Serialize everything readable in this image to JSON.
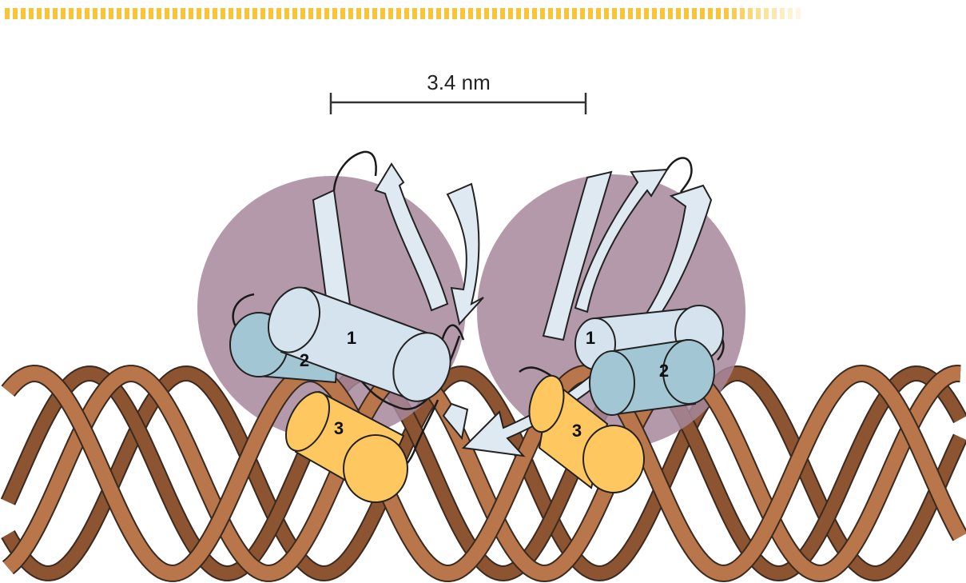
{
  "diagram": {
    "scale_bar_label": "3.4 nm",
    "helix_labels": {
      "left": [
        "1",
        "2",
        "3"
      ],
      "right": [
        "1",
        "2",
        "3"
      ]
    },
    "colors": {
      "top_stripe": "#f7c43a",
      "dna_ribbon": "#b8764a",
      "dna_ribbon_dark": "#8c5430",
      "domain_blob": "#a7879c",
      "helix_1": "#d5e3ef",
      "helix_2": "#a3c6d4",
      "helix_3": "#ffc760",
      "sheet_strand": "#dfe9f2",
      "loop_line": "#1a1a1a"
    }
  }
}
